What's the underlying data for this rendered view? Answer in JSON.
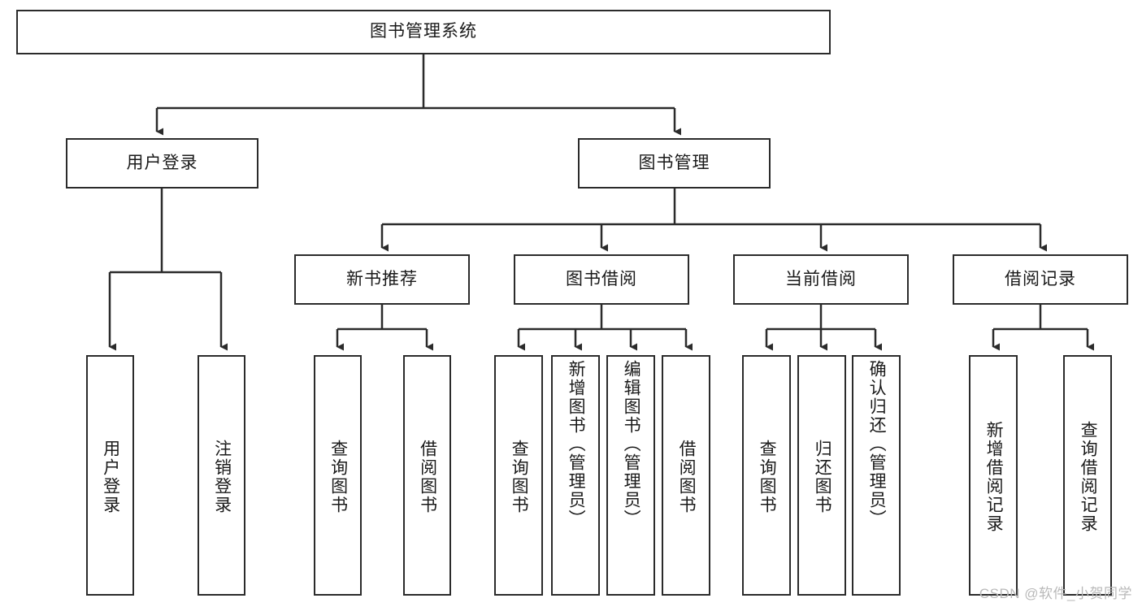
{
  "diagram": {
    "title": "图书管理系统",
    "type": "hierarchy-tree",
    "watermark": "CSDN @软件_小贺同学",
    "colors": {
      "box_border": "#2b2b2b",
      "box_fill": "#ffffff",
      "connector": "#2b2b2b",
      "text": "#1a1a1a",
      "watermark": "#b9b9b9"
    },
    "root": {
      "label": "图书管理系统"
    },
    "level2": [
      {
        "label": "用户登录"
      },
      {
        "label": "图书管理"
      }
    ],
    "level3": [
      {
        "label": "新书推荐"
      },
      {
        "label": "图书借阅"
      },
      {
        "label": "当前借阅"
      },
      {
        "label": "借阅记录"
      }
    ],
    "leaves": {
      "user_login": [
        {
          "label": "用户登录"
        },
        {
          "label": "注销登录"
        }
      ],
      "new_book_recommend": [
        {
          "label": "查询图书"
        },
        {
          "label": "借阅图书"
        }
      ],
      "book_borrow": [
        {
          "label": "查询图书"
        },
        {
          "label": "新增图书（管理员）"
        },
        {
          "label": "编辑图书（管理员）"
        },
        {
          "label": "借阅图书"
        }
      ],
      "current_borrow": [
        {
          "label": "查询图书"
        },
        {
          "label": "归还图书"
        },
        {
          "label": "确认归还（管理员）"
        }
      ],
      "borrow_record": [
        {
          "label": "新增借阅记录"
        },
        {
          "label": "查询借阅记录"
        }
      ]
    }
  }
}
